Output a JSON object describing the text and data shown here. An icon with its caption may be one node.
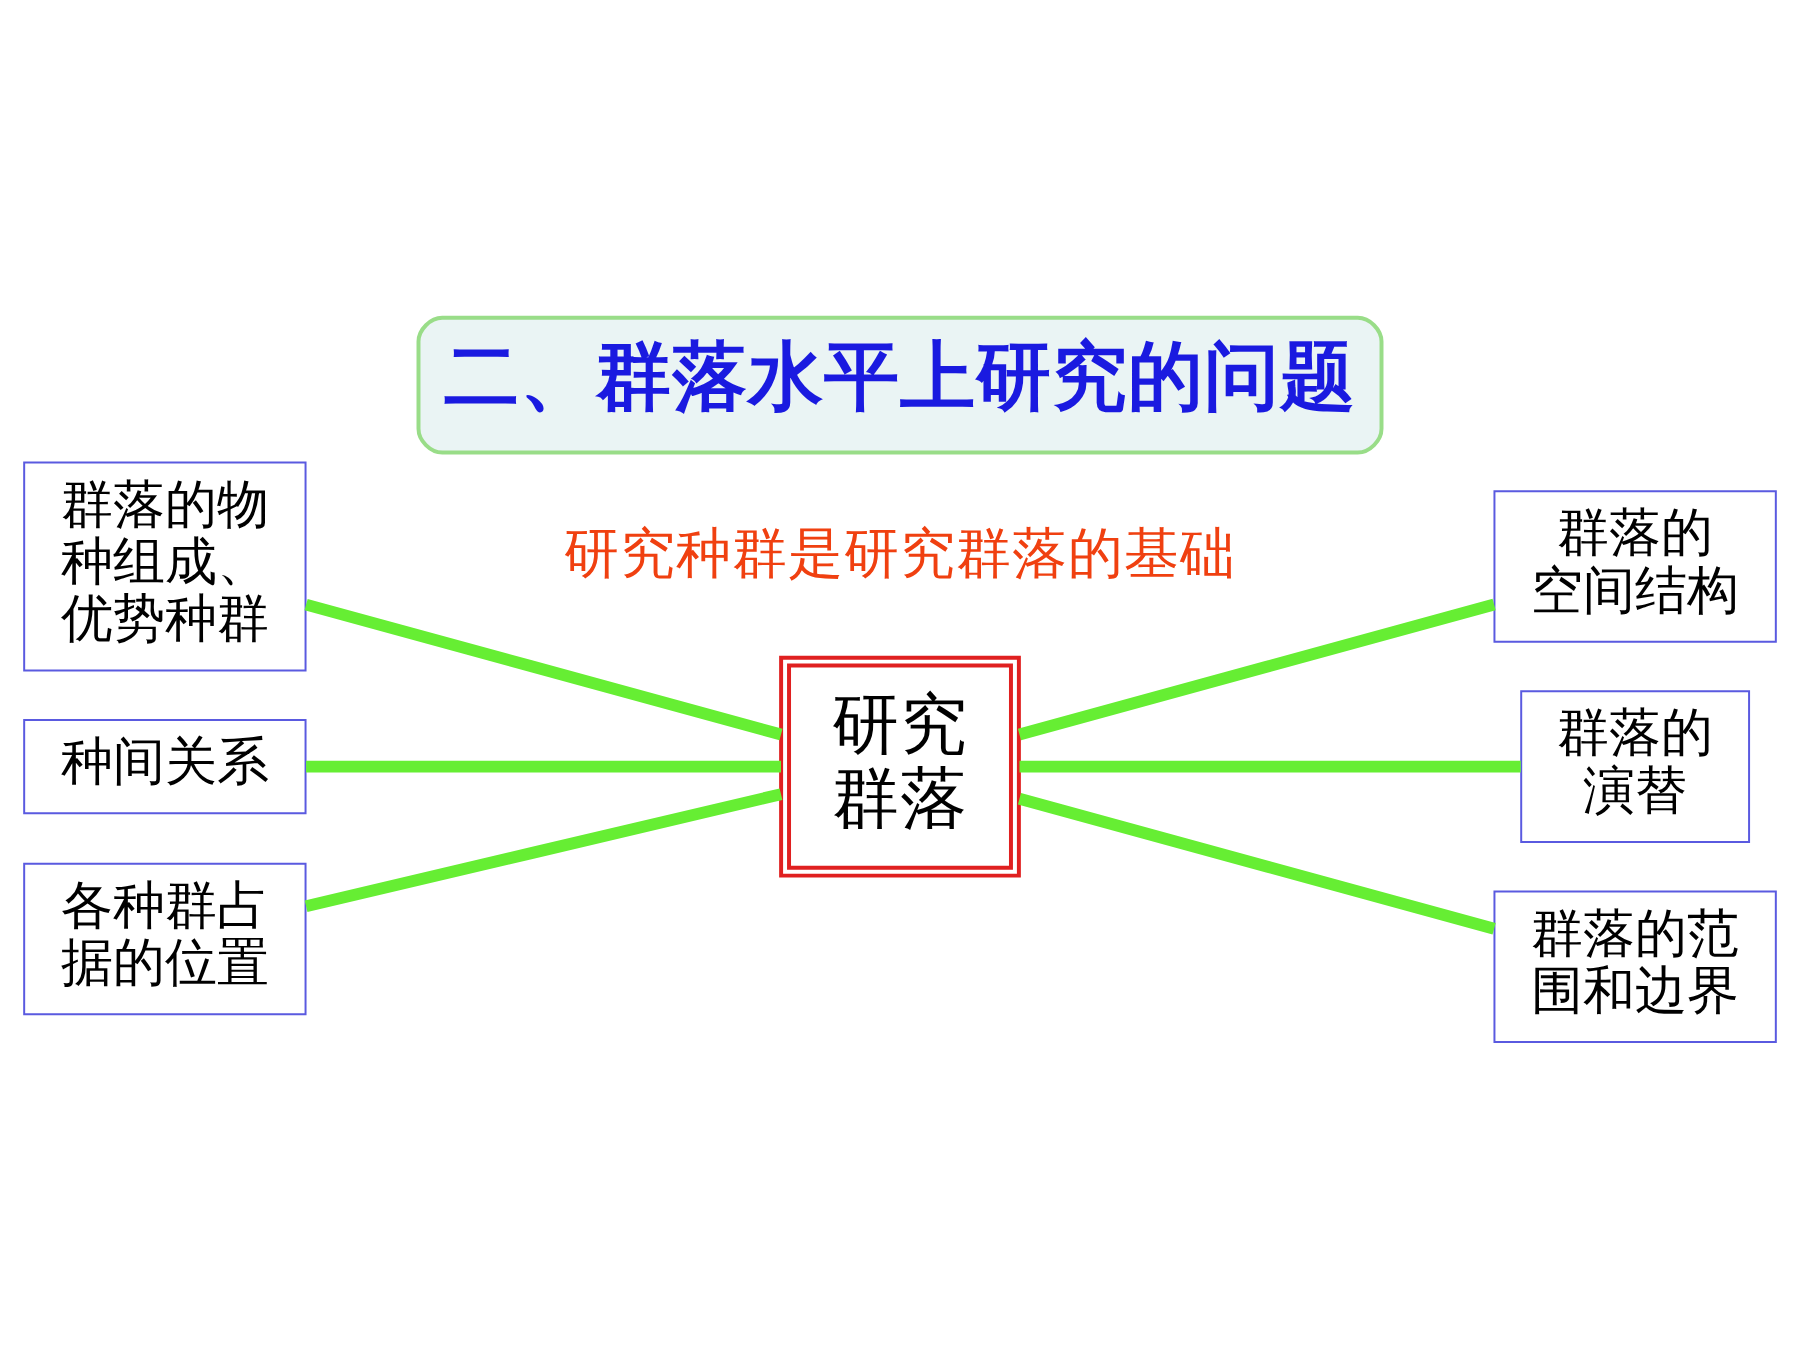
{
  "diagram": {
    "title": "二、群落水平上研究的问题",
    "nodes": [
      {
        "text": [
          "群落的物种组成、优势种群"
        ]
      },
      {
        "text": [
          "种间关系"
        ]
      },
      {
        "text": [
          "各种群占据的位置"
        ]
      },
      {
        "text": [
          "研究群落"
        ]
      },
      {
        "text": [
          "群落的空间结构"
        ]
      },
      {
        "text": [
          "群落的演替"
        ]
      },
      {
        "text": [
          "群落的范围和边界"
        ]
      }
    ],
    "edges": [
      {
        "from": 0,
        "to": 3,
        "arrow": "none"
      },
      {
        "from": 1,
        "to": 3,
        "arrow": "none"
      },
      {
        "from": 2,
        "to": 3,
        "arrow": "none"
      },
      {
        "from": 3,
        "to": 4,
        "arrow": "none"
      },
      {
        "from": 3,
        "to": 5,
        "arrow": "none"
      },
      {
        "from": 3,
        "to": 6,
        "arrow": "none"
      }
    ],
    "labels": [
      "研究种群是研究群落的基础"
    ]
  }
}
